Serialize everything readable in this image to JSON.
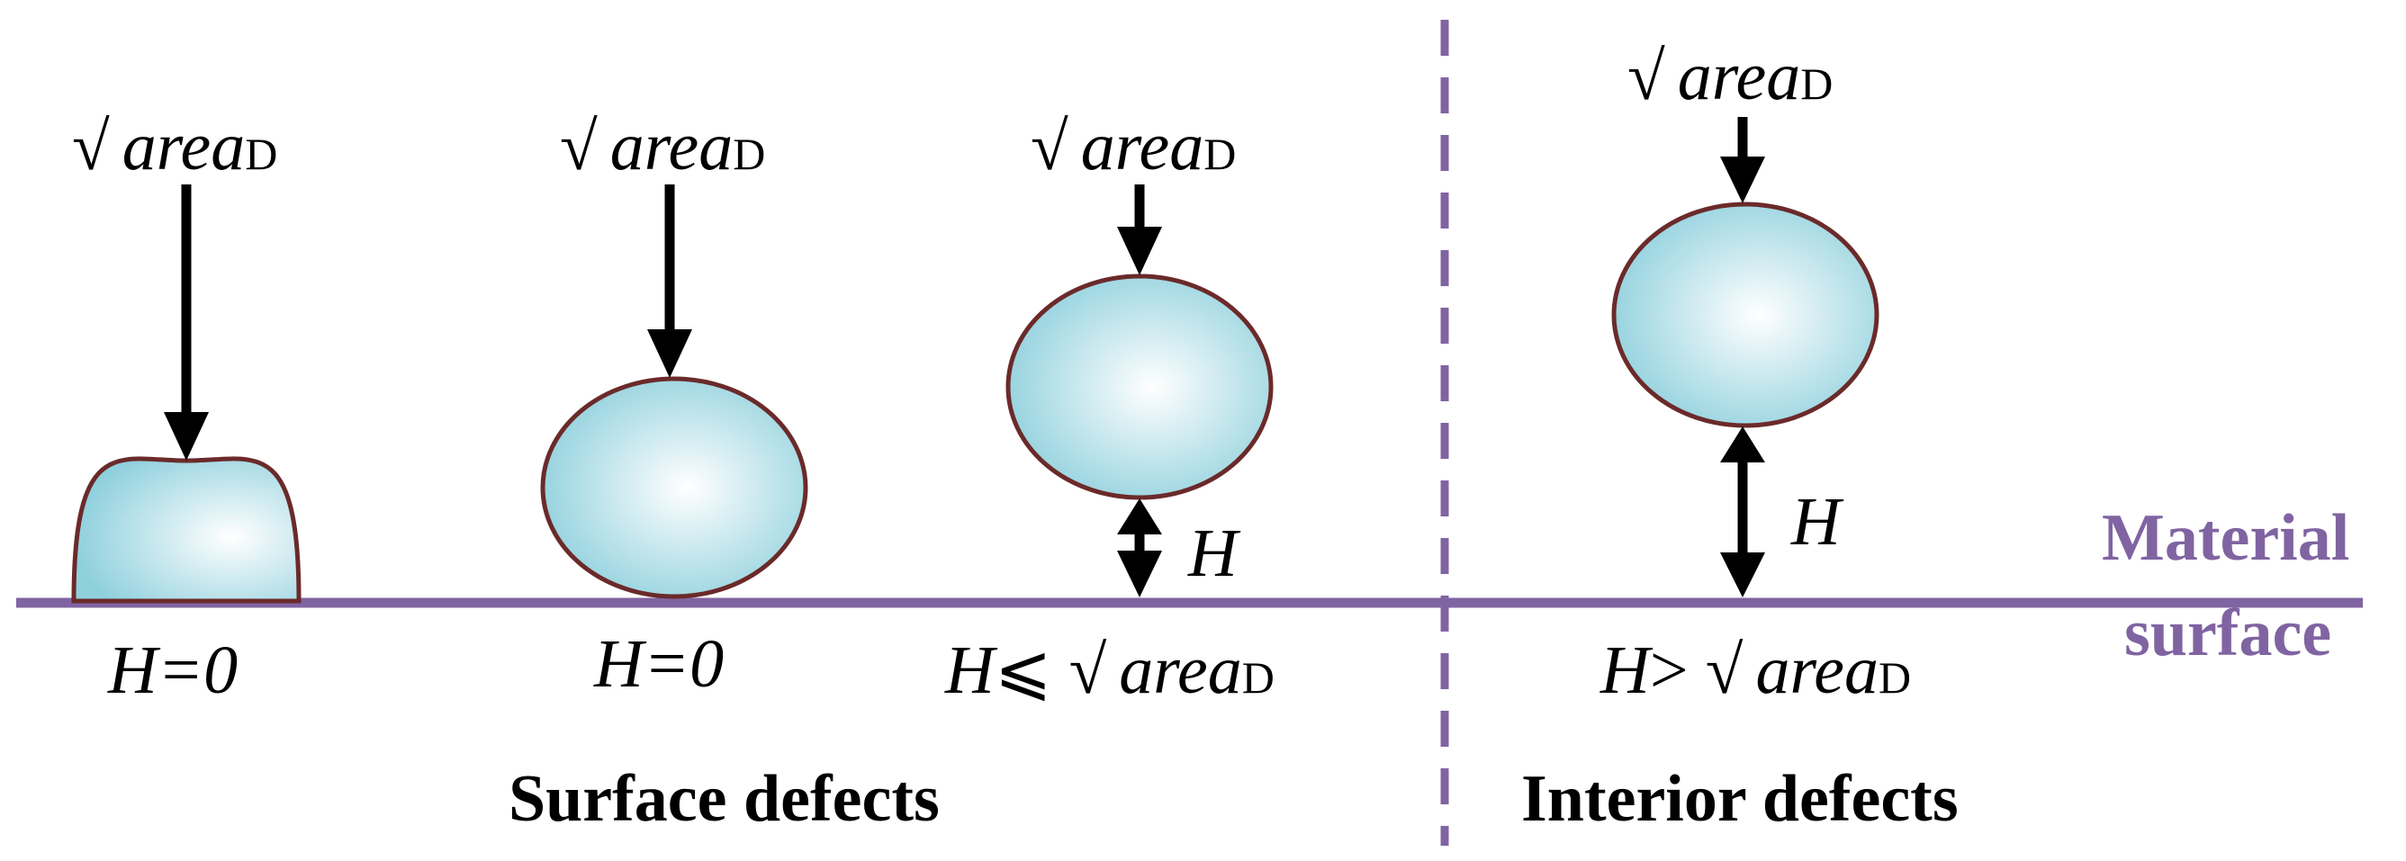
{
  "symbols": {
    "sqrt": "√",
    "area": "area",
    "area_sub": "D",
    "height": "H"
  },
  "conditions": {
    "defect1": "H=0",
    "defect2": "H=0",
    "defect3_h": "H",
    "defect3_op": "⩽ √",
    "defect4_h": "H",
    "defect4_op": "> √"
  },
  "captions": {
    "surface": "Surface defects",
    "interior": "Interior defects"
  },
  "material_label": {
    "line1": "Material",
    "line2": "surface"
  },
  "colors": {
    "surface_line": "#8064a2",
    "divider": "#8064a2",
    "material_text": "#8064a2",
    "defect_outline": "#6b2a2a",
    "defect_fill_center": "#ffffff",
    "defect_fill_edge": "#8fd0dd",
    "arrow": "#000000"
  }
}
